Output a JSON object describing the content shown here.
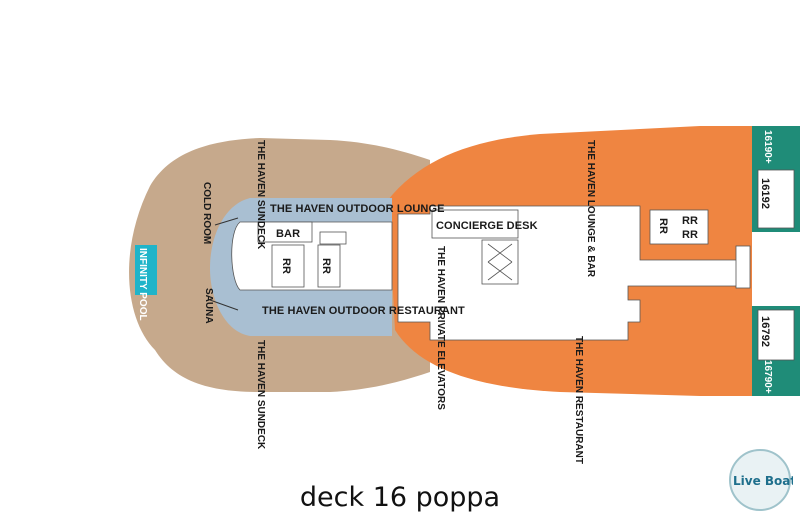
{
  "caption": "deck 16 poppa",
  "colors": {
    "sundeck": "#c6a98c",
    "haven_outdoor": "#a9bfd2",
    "haven_indoor": "#ef8541",
    "pool": "#1fb4c9",
    "suites": "#1f8c78",
    "interior": "#ffffff"
  },
  "areas": {
    "sundeck_top": "THE HAVEN SUNDECK",
    "sundeck_bottom": "THE HAVEN SUNDECK",
    "cold_room": "COLD ROOM",
    "sauna": "SAUNA",
    "infinity_pool": "INFINITY POOL",
    "outdoor_lounge": "THE HAVEN OUTDOOR LOUNGE",
    "bar": "BAR",
    "rr_1": "RR",
    "rr_2": "RR",
    "outdoor_restaurant": "THE HAVEN OUTDOOR RESTAURANT",
    "concierge_desk": "CONCIERGE DESK",
    "private_elevators": "THE HAVEN PRIVATE ELEVATORS",
    "lounge_bar": "THE HAVEN LOUNGE & BAR",
    "restaurant": "THE HAVEN RESTAURANT",
    "rr_3": "RR",
    "rr_4": "RR",
    "rr_5": "RR"
  },
  "cabins": [
    "16190+",
    "16192",
    "16792",
    "16790+"
  ],
  "logo_text": "Live Boat"
}
